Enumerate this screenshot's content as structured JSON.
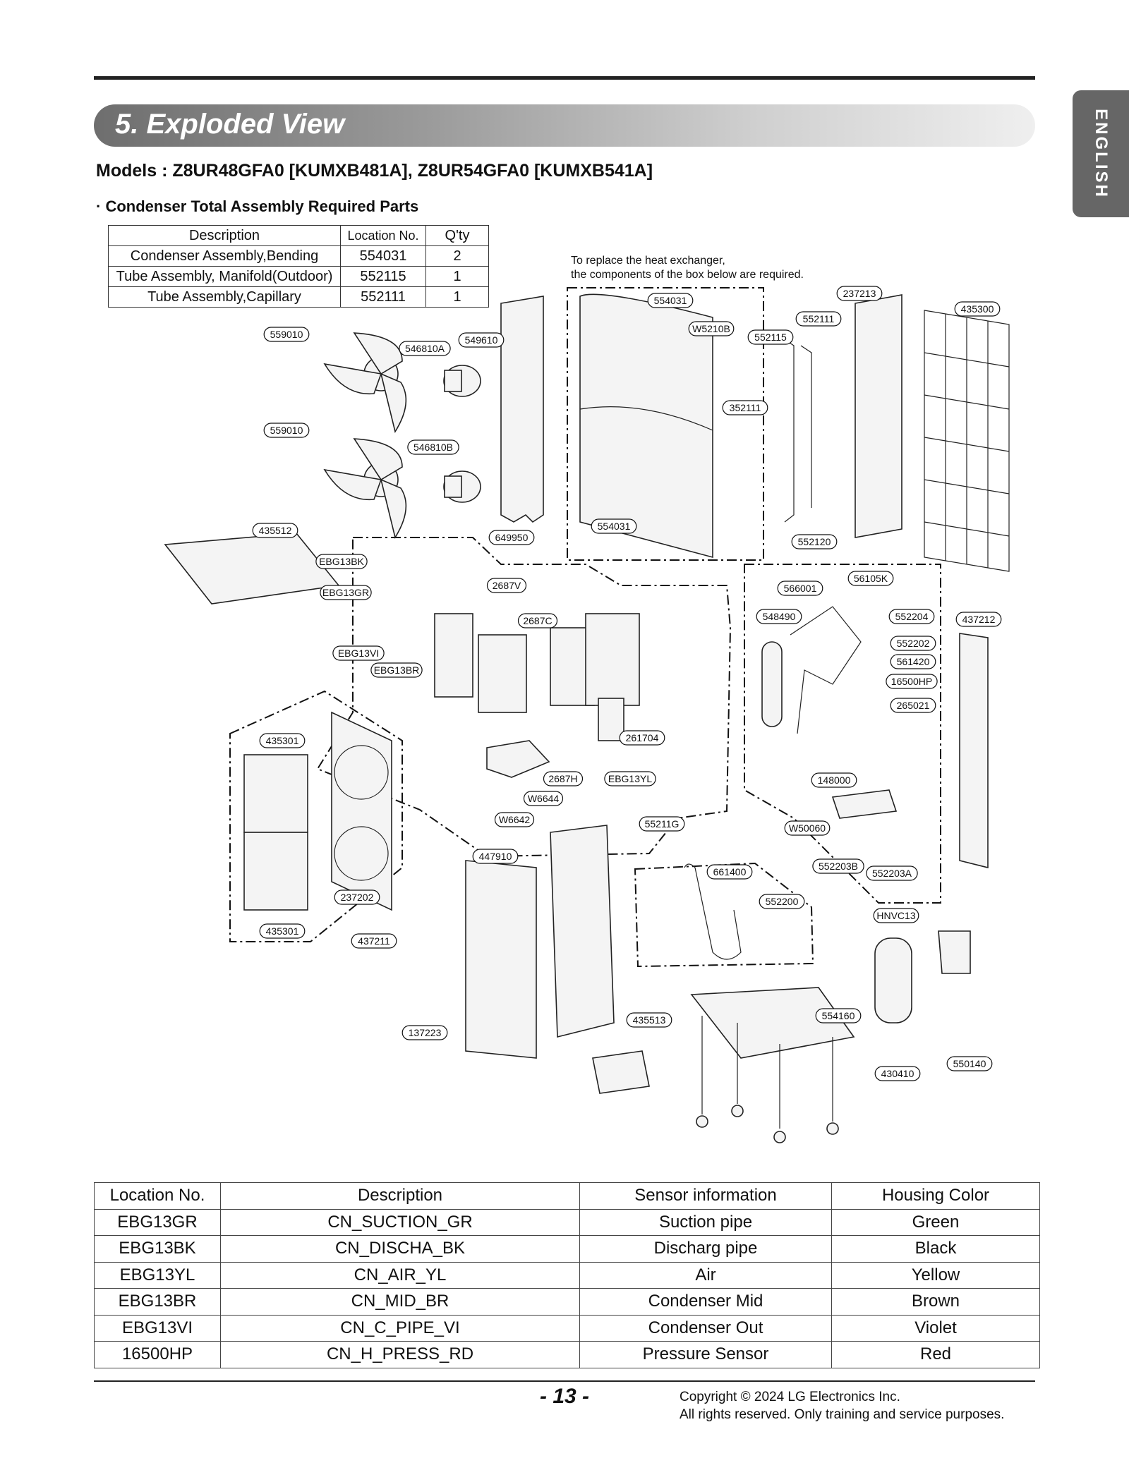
{
  "header": {
    "section_title": "5. Exploded View",
    "language_tab": "ENGLISH",
    "models": "Models : Z8UR48GFA0 [KUMXB481A], Z8UR54GFA0 [KUMXB541A]"
  },
  "required_parts": {
    "heading": "· Condenser Total Assembly Required Parts",
    "columns": [
      "Description",
      "Location No.",
      "Q'ty"
    ],
    "rows": [
      [
        "Condenser Assembly,Bending",
        "554031",
        "2"
      ],
      [
        "Tube Assembly, Manifold(Outdoor)",
        "552115",
        "1"
      ],
      [
        "Tube Assembly,Capillary",
        "552111",
        "1"
      ]
    ]
  },
  "diagram": {
    "note_line1": "To replace the heat exchanger,",
    "note_line2": "the components of the box below are required.",
    "labels": [
      "559010",
      "546810A",
      "549610",
      "554031",
      "W5210B",
      "552115",
      "552111",
      "237213",
      "435300",
      "352111",
      "559010",
      "546810B",
      "554031",
      "435512",
      "649950",
      "552120",
      "EBG13BK",
      "2687V",
      "56105K",
      "566001",
      "EBG13GR",
      "548490",
      "552204",
      "437212",
      "2687C",
      "552202",
      "EBG13VI",
      "561420",
      "EBG13BR",
      "16500HP",
      "265021",
      "435301",
      "261704",
      "2687H",
      "EBG13YL",
      "148000",
      "W6644",
      "W6642",
      "55211G",
      "W50060",
      "447910",
      "552203B",
      "552203A",
      "661400",
      "552200",
      "237202",
      "435301",
      "437211",
      "HNVC13",
      "435513",
      "554160",
      "137223",
      "430410",
      "550140"
    ]
  },
  "sensor_table": {
    "columns": [
      "Location No.",
      "Description",
      "Sensor information",
      "Housing Color"
    ],
    "rows": [
      [
        "EBG13GR",
        "CN_SUCTION_GR",
        "Suction pipe",
        "Green"
      ],
      [
        "EBG13BK",
        "CN_DISCHA_BK",
        "Discharg pipe",
        "Black"
      ],
      [
        "EBG13YL",
        "CN_AIR_YL",
        "Air",
        "Yellow"
      ],
      [
        "EBG13BR",
        "CN_MID_BR",
        "Condenser Mid",
        "Brown"
      ],
      [
        "EBG13VI",
        "CN_C_PIPE_VI",
        "Condenser Out",
        "Violet"
      ],
      [
        "16500HP",
        "CN_H_PRESS_RD",
        "Pressure Sensor",
        "Red"
      ]
    ]
  },
  "footer": {
    "page_number": "- 13 -",
    "copyright_line1": "Copyright © 2024 LG Electronics Inc.",
    "copyright_line2": "All rights reserved. Only training and service purposes."
  }
}
